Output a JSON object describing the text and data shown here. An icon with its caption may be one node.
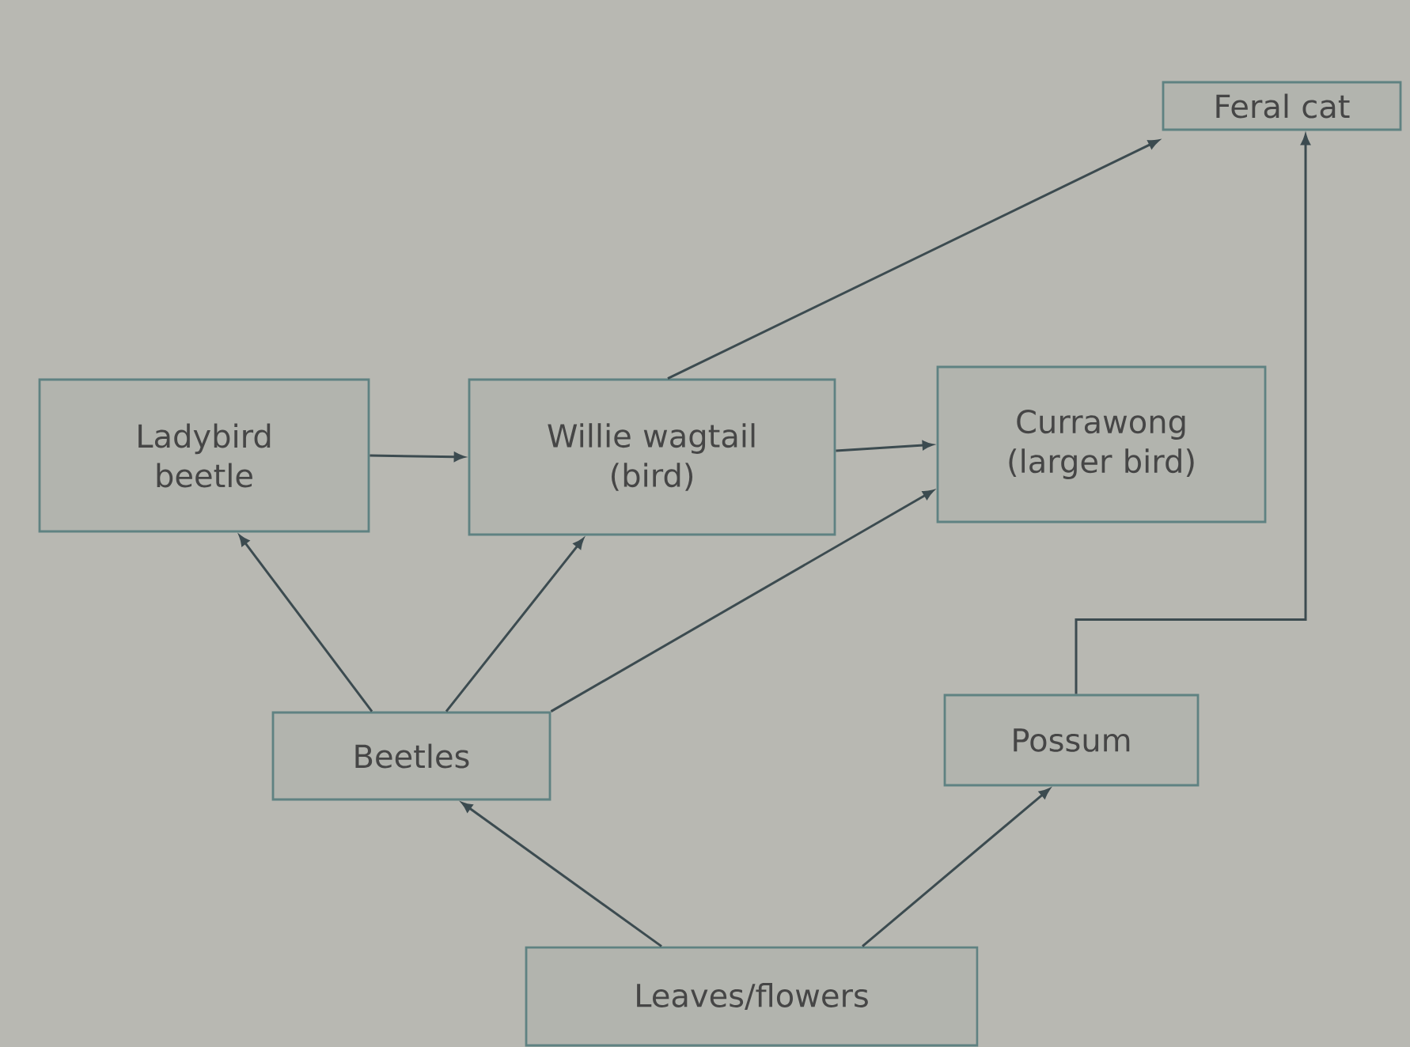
{
  "diagram": {
    "nodes": [
      {
        "text": [
          "Feral cat"
        ]
      },
      {
        "text": [
          "Ladybird beetle"
        ]
      },
      {
        "text": [
          "Willie wagtail (bird)"
        ]
      },
      {
        "text": [
          "Currawong (larger bird)"
        ]
      },
      {
        "text": [
          "Beetles"
        ]
      },
      {
        "text": [
          "Possum"
        ]
      },
      {
        "text": [
          "Leaves/flowers"
        ]
      }
    ],
    "edges": [
      {
        "from": 1,
        "to": 2,
        "arrow": "to"
      },
      {
        "from": 2,
        "to": 3,
        "arrow": "to"
      },
      {
        "from": 2,
        "to": 0,
        "arrow": "to"
      },
      {
        "from": 4,
        "to": 1,
        "arrow": "to"
      },
      {
        "from": 4,
        "to": 2,
        "arrow": "to"
      },
      {
        "from": 4,
        "to": 3,
        "arrow": "to"
      },
      {
        "from": 6,
        "to": 4,
        "arrow": "to"
      },
      {
        "from": 6,
        "to": 5,
        "arrow": "to"
      },
      {
        "from": 5,
        "to": 0,
        "arrow": "to"
      }
    ]
  }
}
